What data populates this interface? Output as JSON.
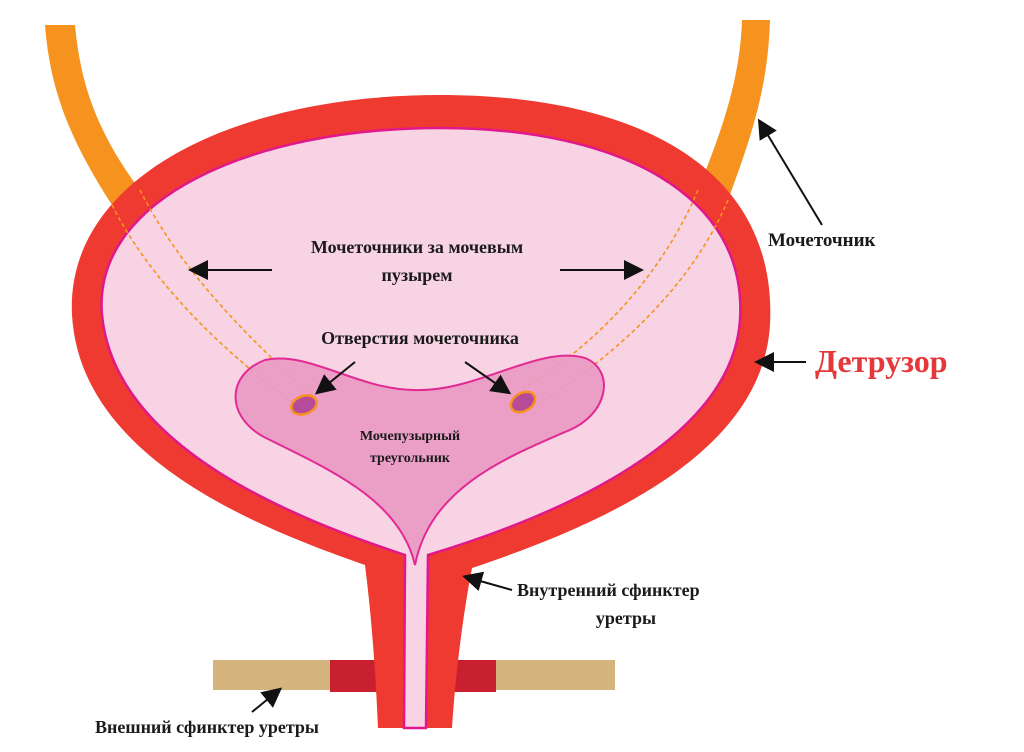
{
  "colors": {
    "detrusor": "#ee3a30",
    "lumen": "#f7d3e3",
    "trigone": "#ea9ac4",
    "mucosa_line": "#e0188c",
    "ureter": "#f6921e",
    "external_sphincter": "#c8202e",
    "pelvic_floor": "#d5b47e",
    "detrusor_label": "#e5383b"
  },
  "labels": {
    "ureters_behind_1": "Мочеточники за мочевым",
    "ureters_behind_2": "пузырем",
    "ureteral_orifices": "Отверстия мочеточника",
    "trigone_1": "Мочепузырный",
    "trigone_2": "треугольник",
    "ureter": "Мочеточник",
    "detrusor": "Детрузор",
    "internal_sphincter_1": "Внутренний сфинктер",
    "internal_sphincter_2": "уретры",
    "external_sphincter": "Внешний сфинктер уретры"
  }
}
